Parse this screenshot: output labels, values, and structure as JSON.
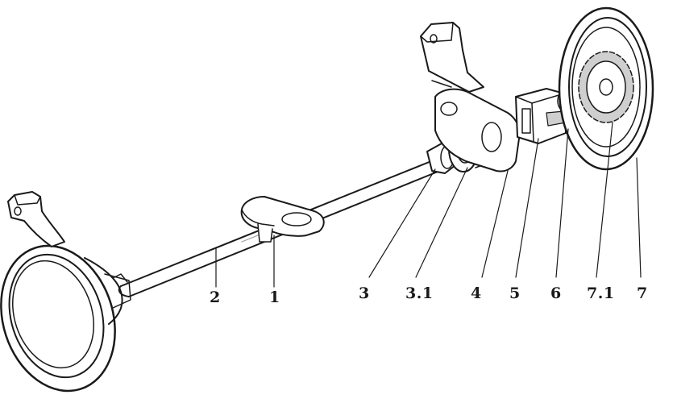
{
  "labels": {
    "l1": "1",
    "l2": "2",
    "l3": "3",
    "l3_1": "3.1",
    "l4": "4",
    "l5": "5",
    "l6": "6",
    "l7_1": "7.1",
    "l7": "7"
  },
  "colors": {
    "ink": "#1a1a1a",
    "shade": "#cfcfcf",
    "paper": "#ffffff"
  }
}
